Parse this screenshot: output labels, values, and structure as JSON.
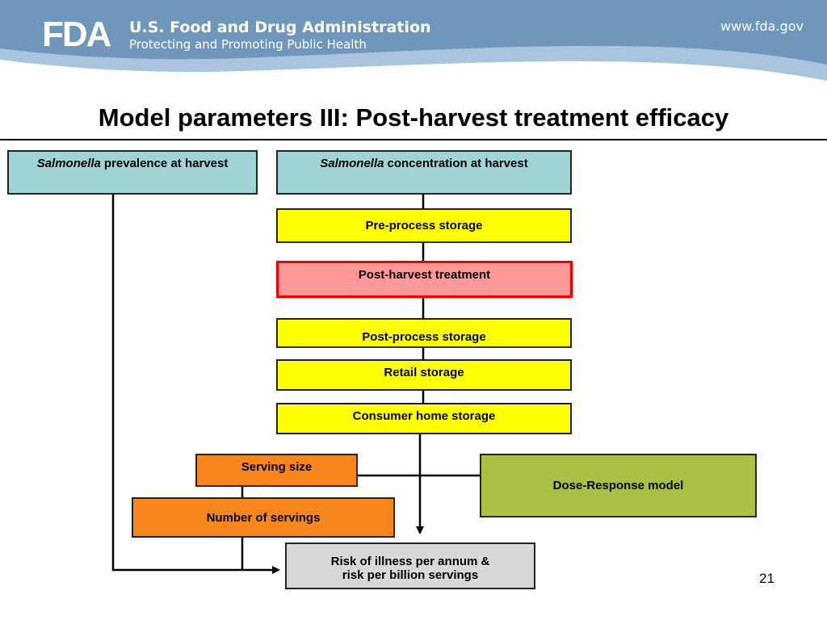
{
  "header": {
    "logo_text": "FDA",
    "agency_name": "U.S. Food and Drug Administration",
    "agency_tagline": "Protecting and Promoting Public Health",
    "website": "www.fda.gov",
    "colors": {
      "band": "#6f97bb",
      "band_light": "#a9c4dc"
    }
  },
  "slide": {
    "title": "Model parameters III: Post-harvest treatment efficacy",
    "page_number": "21"
  },
  "diagram": {
    "prevalence": {
      "italic": "Salmonella",
      "text": "prevalence at  harvest"
    },
    "concentration": {
      "italic": "Salmonella",
      "text": "concentration at  harvest"
    },
    "pre_process_storage": "Pre-process  storage",
    "post_harvest_treatment": "Post-harvest treatment",
    "post_process_storage": "Post-process  storage",
    "retail_storage": "Retail storage",
    "consumer_home_storage": "Consumer home storage",
    "serving_size": "Serving size",
    "number_of_servings": "Number of  servings",
    "dose_response": "Dose-Response model",
    "risk_line1": "Risk of illness per annum &",
    "risk_line2": "risk per billion servings",
    "colors": {
      "input": "#9fd3d6",
      "storage": "#ffff00",
      "treatment": "#ff9999",
      "treatment_border": "#ee0000",
      "serving": "#f7861c",
      "dose_response": "#a9c043",
      "output": "#d8d8d8"
    }
  }
}
